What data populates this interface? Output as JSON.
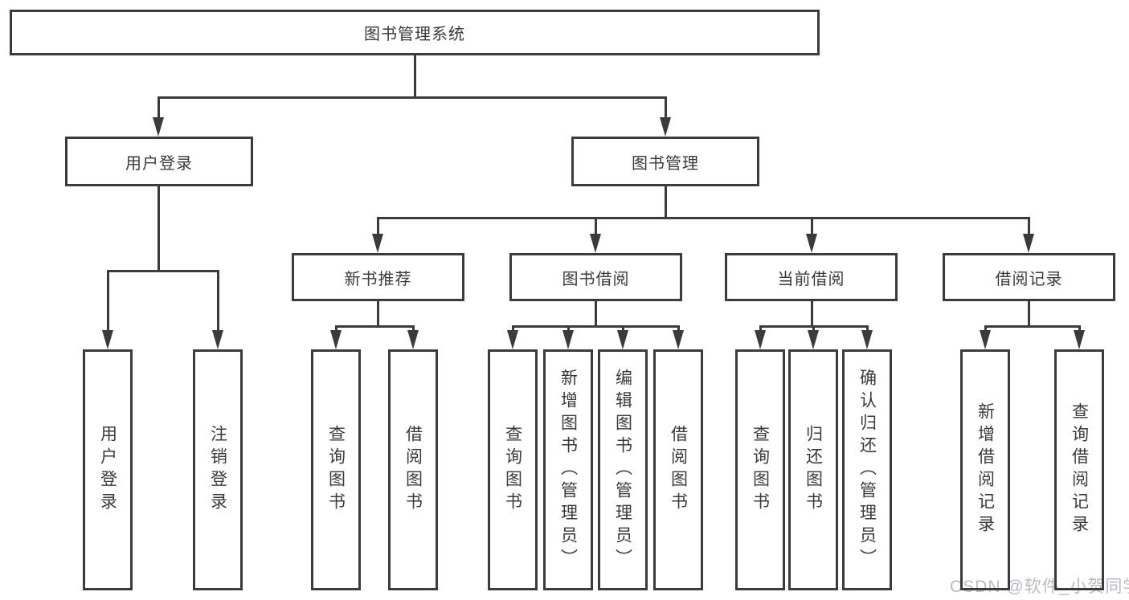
{
  "diagram_title": "图书管理系统",
  "root": {
    "label": "图书管理系统"
  },
  "level2": [
    {
      "label": "用户登录"
    },
    {
      "label": "图书管理"
    }
  ],
  "level3": [
    {
      "label": "新书推荐",
      "parent": "图书管理"
    },
    {
      "label": "图书借阅",
      "parent": "图书管理"
    },
    {
      "label": "当前借阅",
      "parent": "图书管理"
    },
    {
      "label": "借阅记录",
      "parent": "图书管理"
    }
  ],
  "leaves": [
    {
      "label": "用户登录",
      "parent": "用户登录"
    },
    {
      "label": "注销登录",
      "parent": "用户登录"
    },
    {
      "label": "查询图书",
      "parent": "新书推荐"
    },
    {
      "label": "借阅图书",
      "parent": "新书推荐"
    },
    {
      "label": "查询图书",
      "parent": "图书借阅"
    },
    {
      "label": "新增图书（管理员）",
      "parent": "图书借阅"
    },
    {
      "label": "编辑图书（管理员）",
      "parent": "图书借阅"
    },
    {
      "label": "借阅图书",
      "parent": "图书借阅"
    },
    {
      "label": "查询图书",
      "parent": "当前借阅"
    },
    {
      "label": "归还图书",
      "parent": "当前借阅"
    },
    {
      "label": "确认归还（管理员）",
      "parent": "当前借阅"
    },
    {
      "label": "新增借阅记录",
      "parent": "借阅记录"
    },
    {
      "label": "查询借阅记录",
      "parent": "借阅记录"
    }
  ],
  "watermark": {
    "text": "CSDN @软件_小贺同学"
  },
  "colors": {
    "line": "#3b3b3b",
    "text": "#3a3a3a",
    "watermark": "#b7bbc4",
    "background": "#ffffff"
  }
}
